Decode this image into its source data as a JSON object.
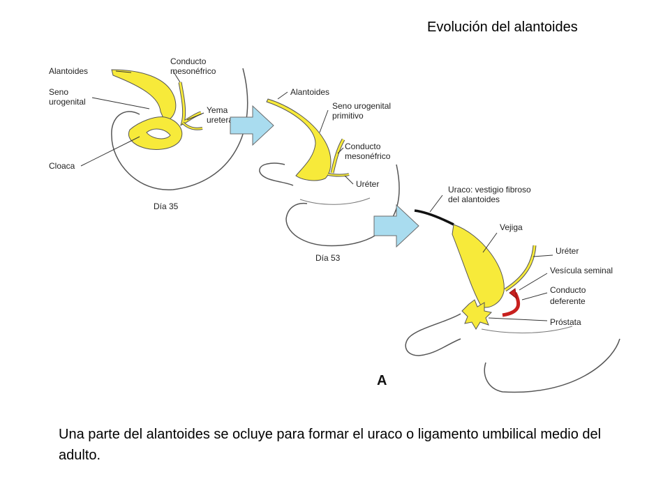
{
  "title": "Evolución del alantoides",
  "caption": "Una parte del alantoides se ocluye para formar el uraco o ligamento umbilical medio del adulto.",
  "stages": [
    {
      "day": "Día 35",
      "labels": {
        "alantoides": "Alantoides",
        "conducto_line1": "Conducto",
        "conducto_line2": "mesonéfrico",
        "seno_line1": "Seno",
        "seno_line2": "urogenital",
        "yema_line1": "Yema",
        "yema_line2": "ureteral",
        "cloaca": "Cloaca"
      }
    },
    {
      "day": "Día 53",
      "labels": {
        "alantoides": "Alantoides",
        "seno_line1": "Seno urogenital",
        "seno_line2": "primitivo",
        "conducto_line1": "Conducto",
        "conducto_line2": "mesonéfrico",
        "ureter": "Uréter"
      }
    },
    {
      "panel": "A",
      "labels": {
        "uraco_line1": "Uraco: vestigio fibroso",
        "uraco_line2": "del alantoides",
        "vejiga": "Vejiga",
        "ureter": "Uréter",
        "vesicula": "Vesícula seminal",
        "conducto_line1": "Conducto",
        "conducto_line2": "deferente",
        "prostata": "Próstata"
      }
    }
  ],
  "colors": {
    "organ_yellow": "#f7ea3a",
    "arrow_blue": "#a9dcef",
    "ductus_red": "#c8201e",
    "outline": "#555555"
  }
}
